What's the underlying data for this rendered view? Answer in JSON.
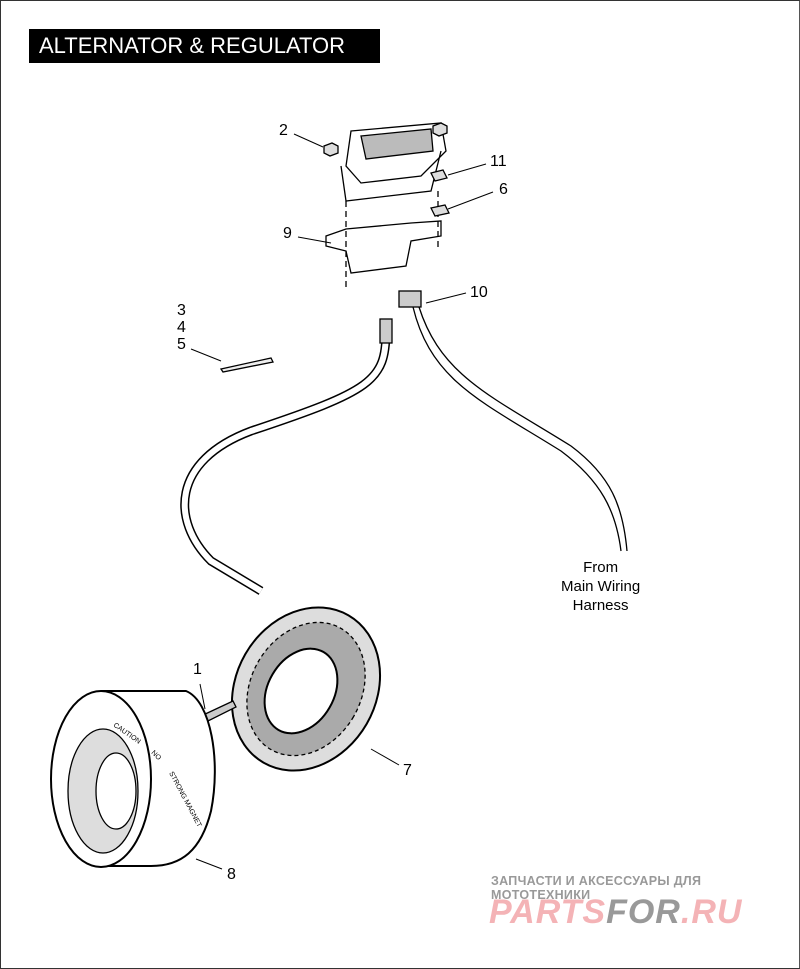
{
  "title": "ALTERNATOR & REGULATOR",
  "callouts": {
    "c1": "1",
    "c2": "2",
    "c3": "3",
    "c4": "4",
    "c5": "5",
    "c6": "6",
    "c7": "7",
    "c8": "8",
    "c9": "9",
    "c10": "10",
    "c11": "11"
  },
  "harness_note": {
    "line1": "From",
    "line2": "Main Wiring",
    "line3": "Harness"
  },
  "rotor_text": {
    "t1": "CAUTION",
    "t2": "NO",
    "t3": "STRONG MAGNET"
  },
  "watermark": {
    "tagline": "ЗАПЧАСТИ И АКСЕССУАРЫ ДЛЯ МОТОТЕХНИКИ",
    "logo_a": "PARTS",
    "logo_b": "FOR",
    "logo_c": ".RU"
  }
}
